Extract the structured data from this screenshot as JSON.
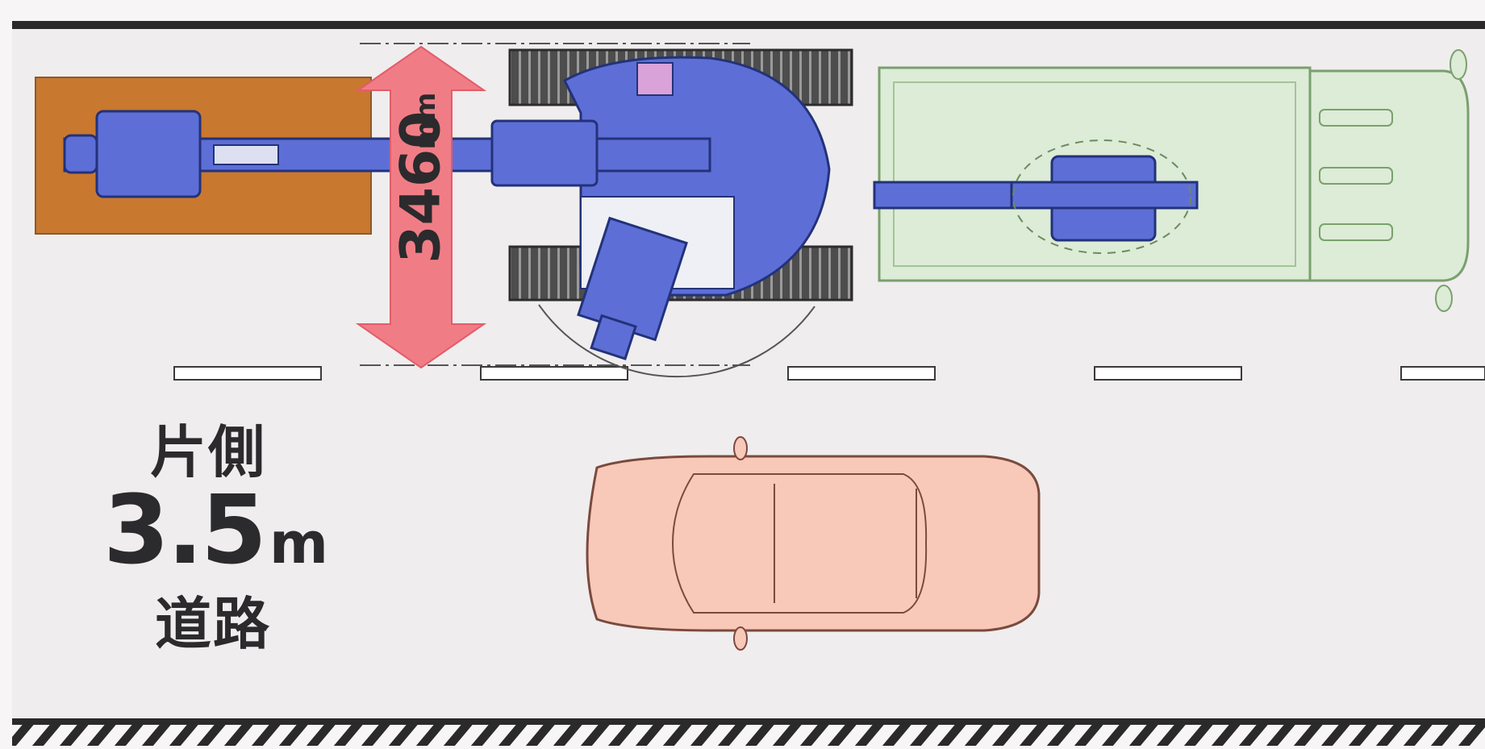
{
  "dimension": {
    "value": "3460",
    "unit": "mm"
  },
  "road_label": {
    "side": "片側",
    "width_value": "3.5",
    "width_unit": "m",
    "road": "道路"
  },
  "colors": {
    "road": "#f0edee",
    "edge_line": "#2a2a2a",
    "dug_pit": "#c9782f",
    "excavator_body": "#5d6fd6",
    "excavator_track": "#5a5a5a",
    "dump_truck_bed": "#dcecd6",
    "car_body": "#f8c8b8",
    "dimension_arrow": "#f07d86",
    "lane_marking": "#ffffff"
  },
  "icons": [
    "excavator-icon",
    "dump-truck-icon",
    "car-icon",
    "dimension-arrow-icon"
  ]
}
